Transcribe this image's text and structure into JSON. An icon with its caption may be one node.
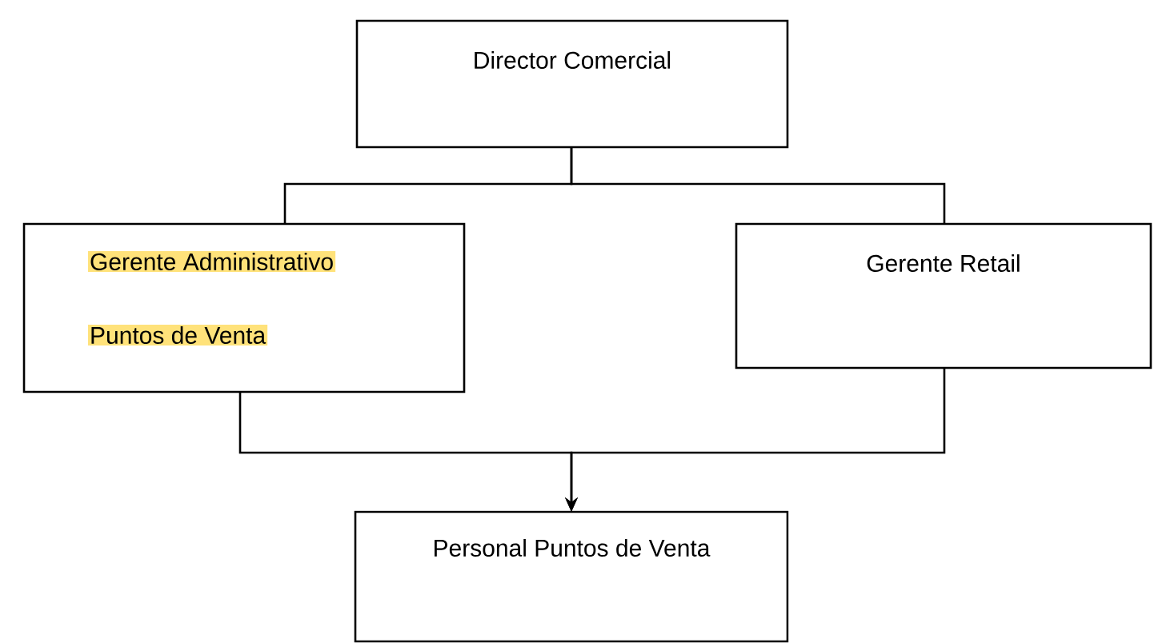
{
  "diagram": {
    "nodes": [
      {
        "text": [
          "Director Comercial"
        ]
      },
      {
        "text": [
          "Gerente Administrativo",
          "Puntos de Venta"
        ]
      },
      {
        "text": [
          "Gerente Retail"
        ]
      },
      {
        "text": [
          "Personal Puntos de Venta"
        ]
      }
    ],
    "edges": [
      {
        "from": 0,
        "to": 1,
        "arrow": "none"
      },
      {
        "from": 0,
        "to": 2,
        "arrow": "none"
      },
      {
        "from": 1,
        "to": 3,
        "arrow": "to"
      },
      {
        "from": 2,
        "to": 3,
        "arrow": "to"
      }
    ]
  }
}
